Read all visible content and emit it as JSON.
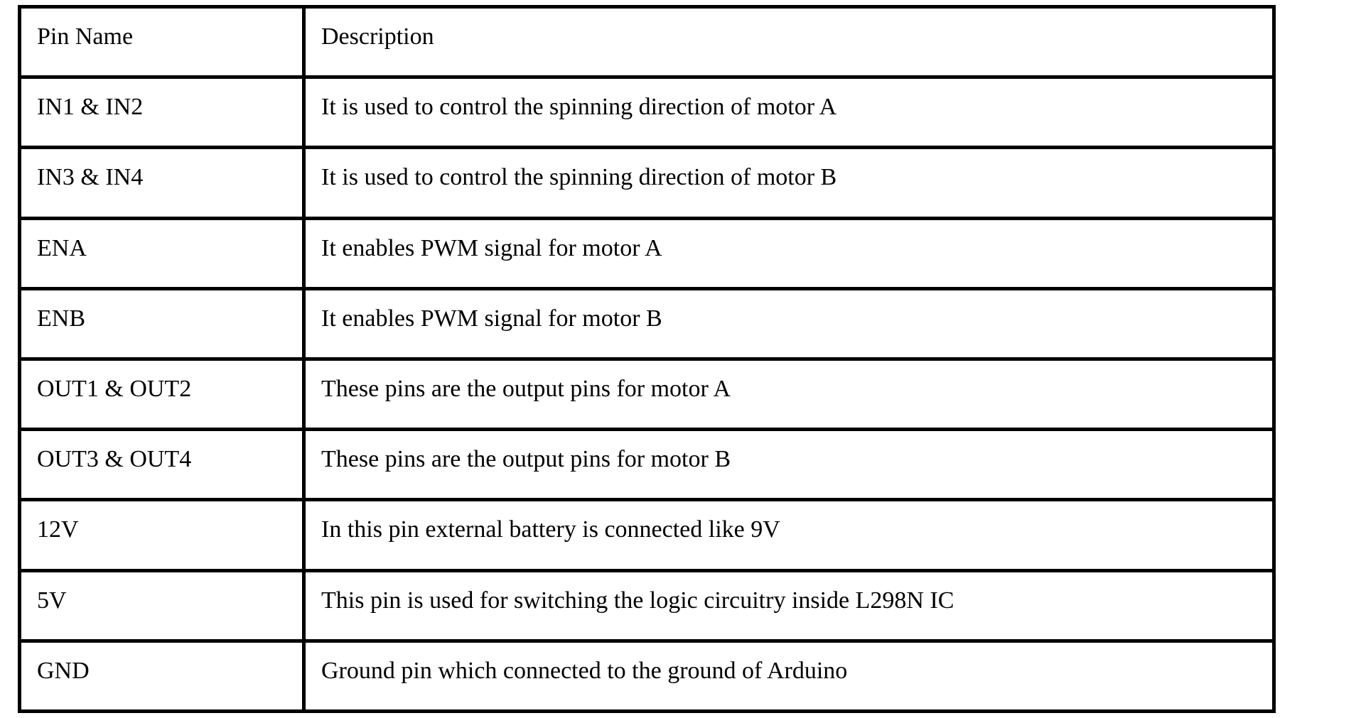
{
  "table": {
    "columns": [
      "Pin Name",
      "Description"
    ],
    "rows": [
      {
        "pin": "IN1 & IN2",
        "description": "It is used to control the spinning direction of motor A"
      },
      {
        "pin": "IN3 & IN4",
        "description": "It is used to control the spinning direction of motor B"
      },
      {
        "pin": "ENA",
        "description": "It enables PWM signal for motor A"
      },
      {
        "pin": "ENB",
        "description": "It enables PWM signal for motor B"
      },
      {
        "pin": "OUT1 & OUT2",
        "description": "These pins are the output pins for motor A"
      },
      {
        "pin": "OUT3 & OUT4",
        "description": "These pins are the output pins for motor B"
      },
      {
        "pin": "12V",
        "description": "In this pin external battery is connected like 9V"
      },
      {
        "pin": "5V",
        "description": "This pin is used for switching the logic circuitry inside L298N IC"
      },
      {
        "pin": "GND",
        "description": "Ground pin which connected to the ground of Arduino"
      }
    ],
    "colors": {
      "border": "#000000",
      "text": "#000000",
      "background": "#ffffff"
    }
  }
}
